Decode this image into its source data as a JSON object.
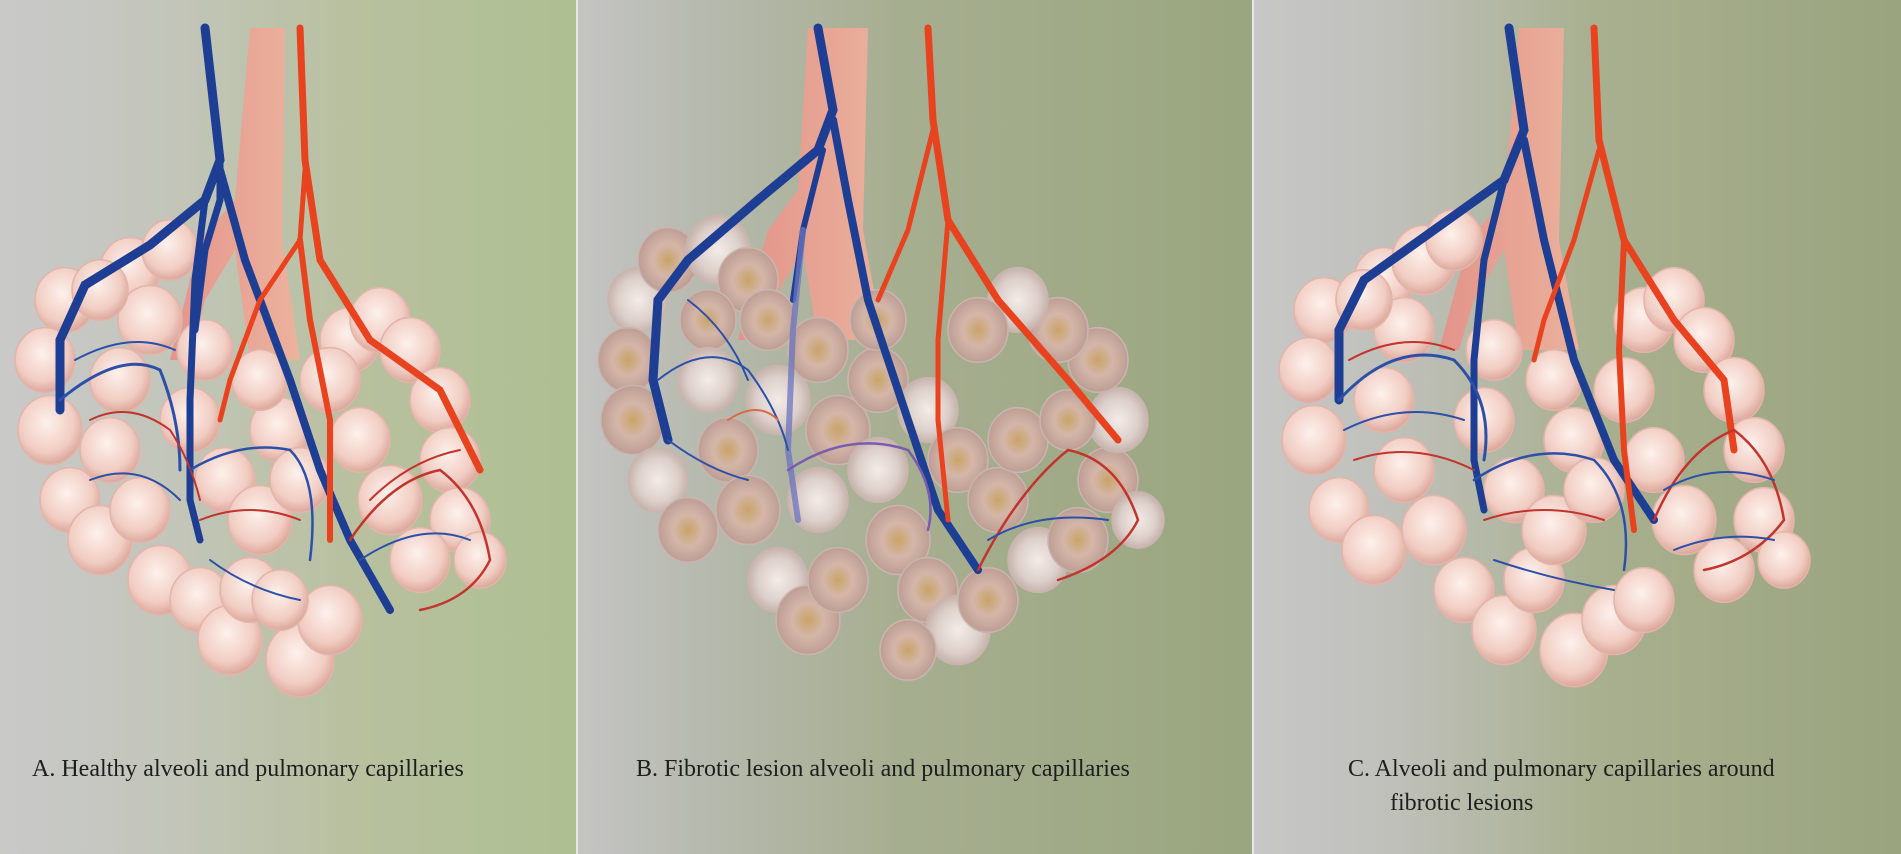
{
  "panels": [
    {
      "id": "A",
      "caption": "A. Healthy alveoli and pulmonary capillaries"
    },
    {
      "id": "B",
      "caption": "B. Fibrotic lesion alveoli and pulmonary capillaries"
    },
    {
      "id": "C",
      "caption_line1": "C. Alveoli and pulmonary capillaries around",
      "caption_line2": "fibrotic lesions"
    }
  ],
  "colors": {
    "vein_blue": "#1d3e93",
    "artery_red": "#e8421e",
    "alveolus_pink": "#f2cfc6",
    "alveolus_edge": "#d9a89e",
    "bronchiole": "#e6a08e",
    "fibrotic_gray": "#cdbdb6",
    "fibrotic_core": "#c7a56a"
  }
}
